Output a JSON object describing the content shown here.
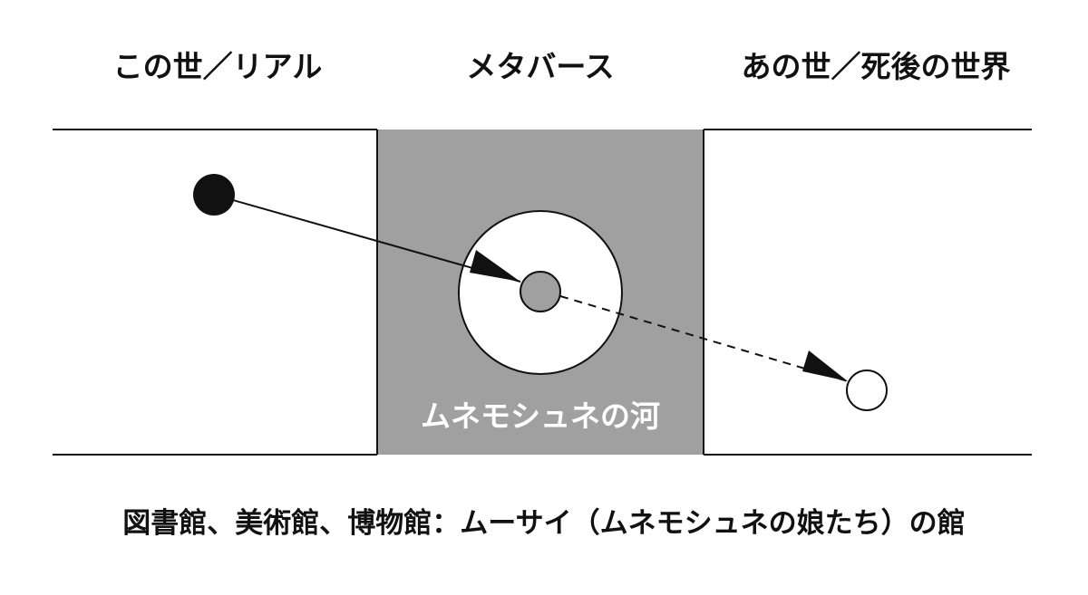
{
  "headings": {
    "left": "この世／リアル",
    "middle": "メタバース",
    "right": "あの世／死後の世界"
  },
  "river": {
    "label": "ムネモシュネの河"
  },
  "caption": "図書館、美術館、博物館：ムーサイ（ムネモシュネの娘たち）の館",
  "colors": {
    "river_fill": "#a0a0a0",
    "line": "#111111",
    "ring_fill": "#ffffff",
    "center_dot": "#a0a0a0",
    "label_text": "#ffffff"
  },
  "icons": {
    "start": "filled-circle-icon",
    "center": "gray-dot-icon",
    "end": "hollow-circle-icon"
  }
}
